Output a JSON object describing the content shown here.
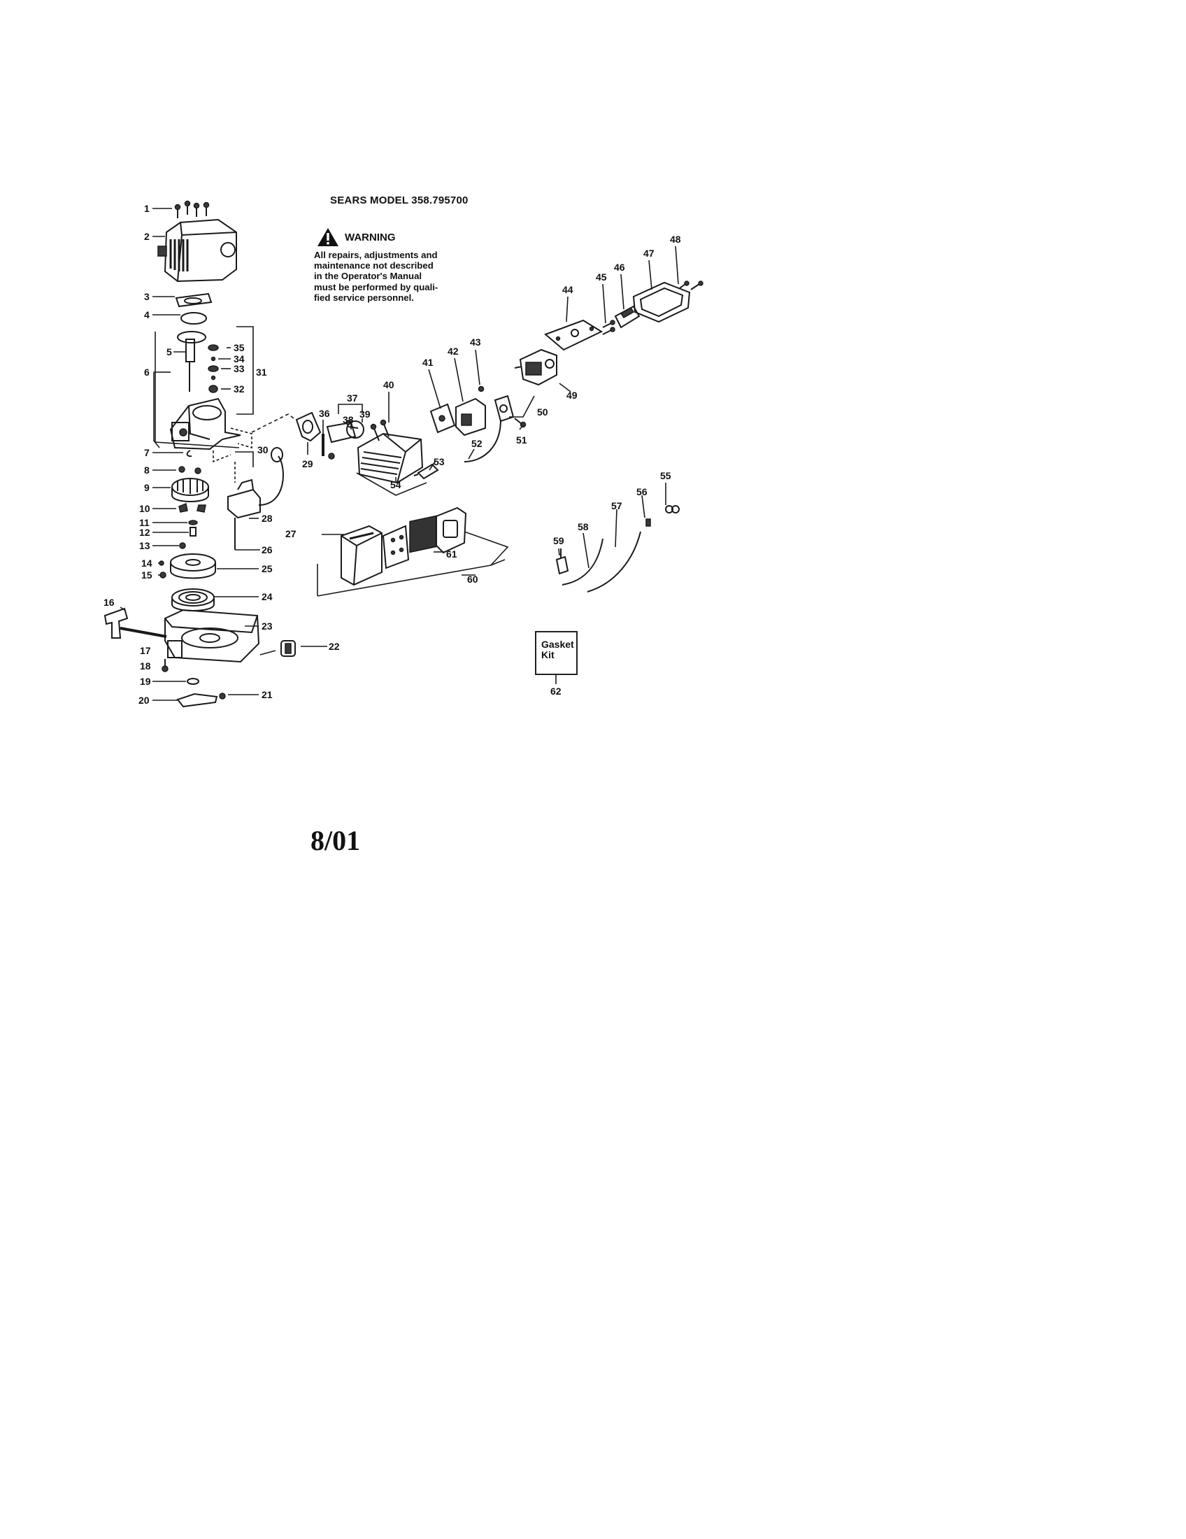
{
  "header": {
    "model": "SEARS MODEL 358.795700"
  },
  "warning": {
    "title": "WARNING",
    "text": "All repairs, adjustments and\nmaintenance not described\nin the Operator's Manual\nmust be performed by quali-\nfied service personnel."
  },
  "gasket_kit": {
    "line1": "Gasket",
    "line2": "Kit"
  },
  "footer": {
    "date": "8/01"
  },
  "callouts": {
    "c1": "1",
    "c2": "2",
    "c3": "3",
    "c4": "4",
    "c5": "5",
    "c6": "6",
    "c7": "7",
    "c8": "8",
    "c9": "9",
    "c10": "10",
    "c11": "11",
    "c12": "12",
    "c13": "13",
    "c14": "14",
    "c15": "15",
    "c16": "16",
    "c17": "17",
    "c18": "18",
    "c19": "19",
    "c20": "20",
    "c21": "21",
    "c22": "22",
    "c23": "23",
    "c24": "24",
    "c25": "25",
    "c26": "26",
    "c27": "27",
    "c28": "28",
    "c29": "29",
    "c30": "30",
    "c31": "31",
    "c32": "32",
    "c33": "33",
    "c34": "34",
    "c35": "35",
    "c36": "36",
    "c37": "37",
    "c38": "38",
    "c39": "39",
    "c40": "40",
    "c41": "41",
    "c42": "42",
    "c43": "43",
    "c44": "44",
    "c45": "45",
    "c46": "46",
    "c47": "47",
    "c48": "48",
    "c49": "49",
    "c50": "50",
    "c51": "51",
    "c52": "52",
    "c53": "53",
    "c54": "54",
    "c55": "55",
    "c56": "56",
    "c57": "57",
    "c58": "58",
    "c59": "59",
    "c60": "60",
    "c61": "61",
    "c62": "62"
  }
}
